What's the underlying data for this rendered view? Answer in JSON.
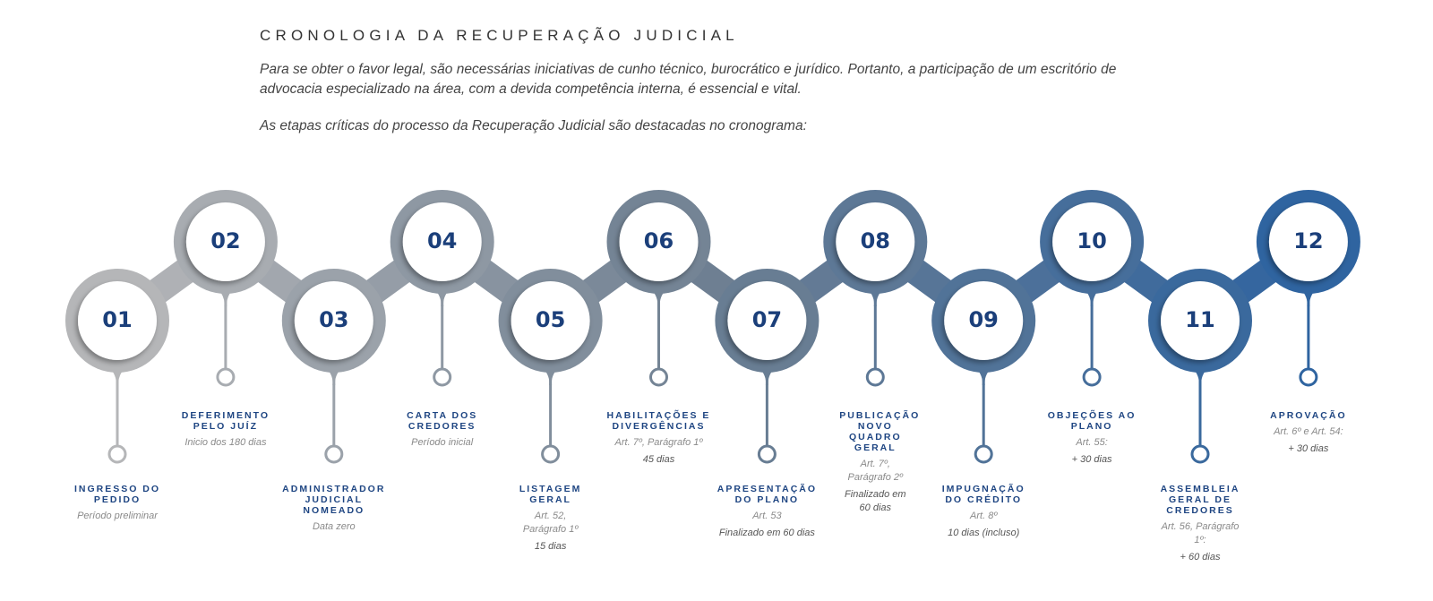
{
  "header": {
    "title": "CRONOLOGIA DA RECUPERAÇÃO JUDICIAL",
    "paragraph_1": "Para se obter o favor legal, são necessárias iniciativas de cunho técnico, burocrático e jurídico. Portanto, a participação de um escritório de advocacia especializado na área, com a devida competência interna, é essencial e vital.",
    "paragraph_2": "As etapas críticas do processo da Recuperação Judicial são destacadas no cronograma:"
  },
  "colors": {
    "number_text": "#1b3f7a",
    "label_heading": "#1e4582",
    "ring_start": "#b5b6b8",
    "ring_mid": "#6e7f92",
    "ring_end": "#2f64a0"
  },
  "steps": [
    {
      "number": "01",
      "title": "INGRESSO DO PEDIDO",
      "sub": "Período preliminar",
      "detail": ""
    },
    {
      "number": "02",
      "title": "DEFERIMENTO PELO JUÍZ",
      "sub": "Inicio dos 180 dias",
      "detail": ""
    },
    {
      "number": "03",
      "title": "ADMINISTRADOR JUDICIAL NOMEADO",
      "sub": "Data zero",
      "detail": ""
    },
    {
      "number": "04",
      "title": "CARTA DOS CREDORES",
      "sub": "Período inicial",
      "detail": ""
    },
    {
      "number": "05",
      "title": "LISTAGEM GERAL",
      "sub": "Art. 52, Parágrafo 1º",
      "detail": "15 dias"
    },
    {
      "number": "06",
      "title": "HABILITAÇÕES E DIVERGÊNCIAS",
      "sub": "Art. 7º, Parágrafo 1º",
      "detail": "45 dias"
    },
    {
      "number": "07",
      "title": "APRESENTAÇÃO DO PLANO",
      "sub": "Art. 53",
      "detail": "Finalizado em 60 dias"
    },
    {
      "number": "08",
      "title": "PUBLICAÇÃO NOVO QUADRO GERAL",
      "sub": "Art. 7º, Parágrafo 2º",
      "detail": "Finalizado em 60 dias"
    },
    {
      "number": "09",
      "title": "IMPUGNAÇÃO DO CRÉDITO",
      "sub": "Art. 8º",
      "detail": "10 dias (incluso)"
    },
    {
      "number": "10",
      "title": "OBJEÇÕES AO PLANO",
      "sub": "Art. 55:",
      "detail": "+ 30 dias"
    },
    {
      "number": "11",
      "title": "ASSEMBLEIA GERAL DE CREDORES",
      "sub": "Art. 56, Parágrafo 1º:",
      "detail": "+ 60 dias"
    },
    {
      "number": "12",
      "title": "APROVAÇÃO",
      "sub": "Art. 6º e Art. 54:",
      "detail": "+ 30 dias"
    }
  ]
}
